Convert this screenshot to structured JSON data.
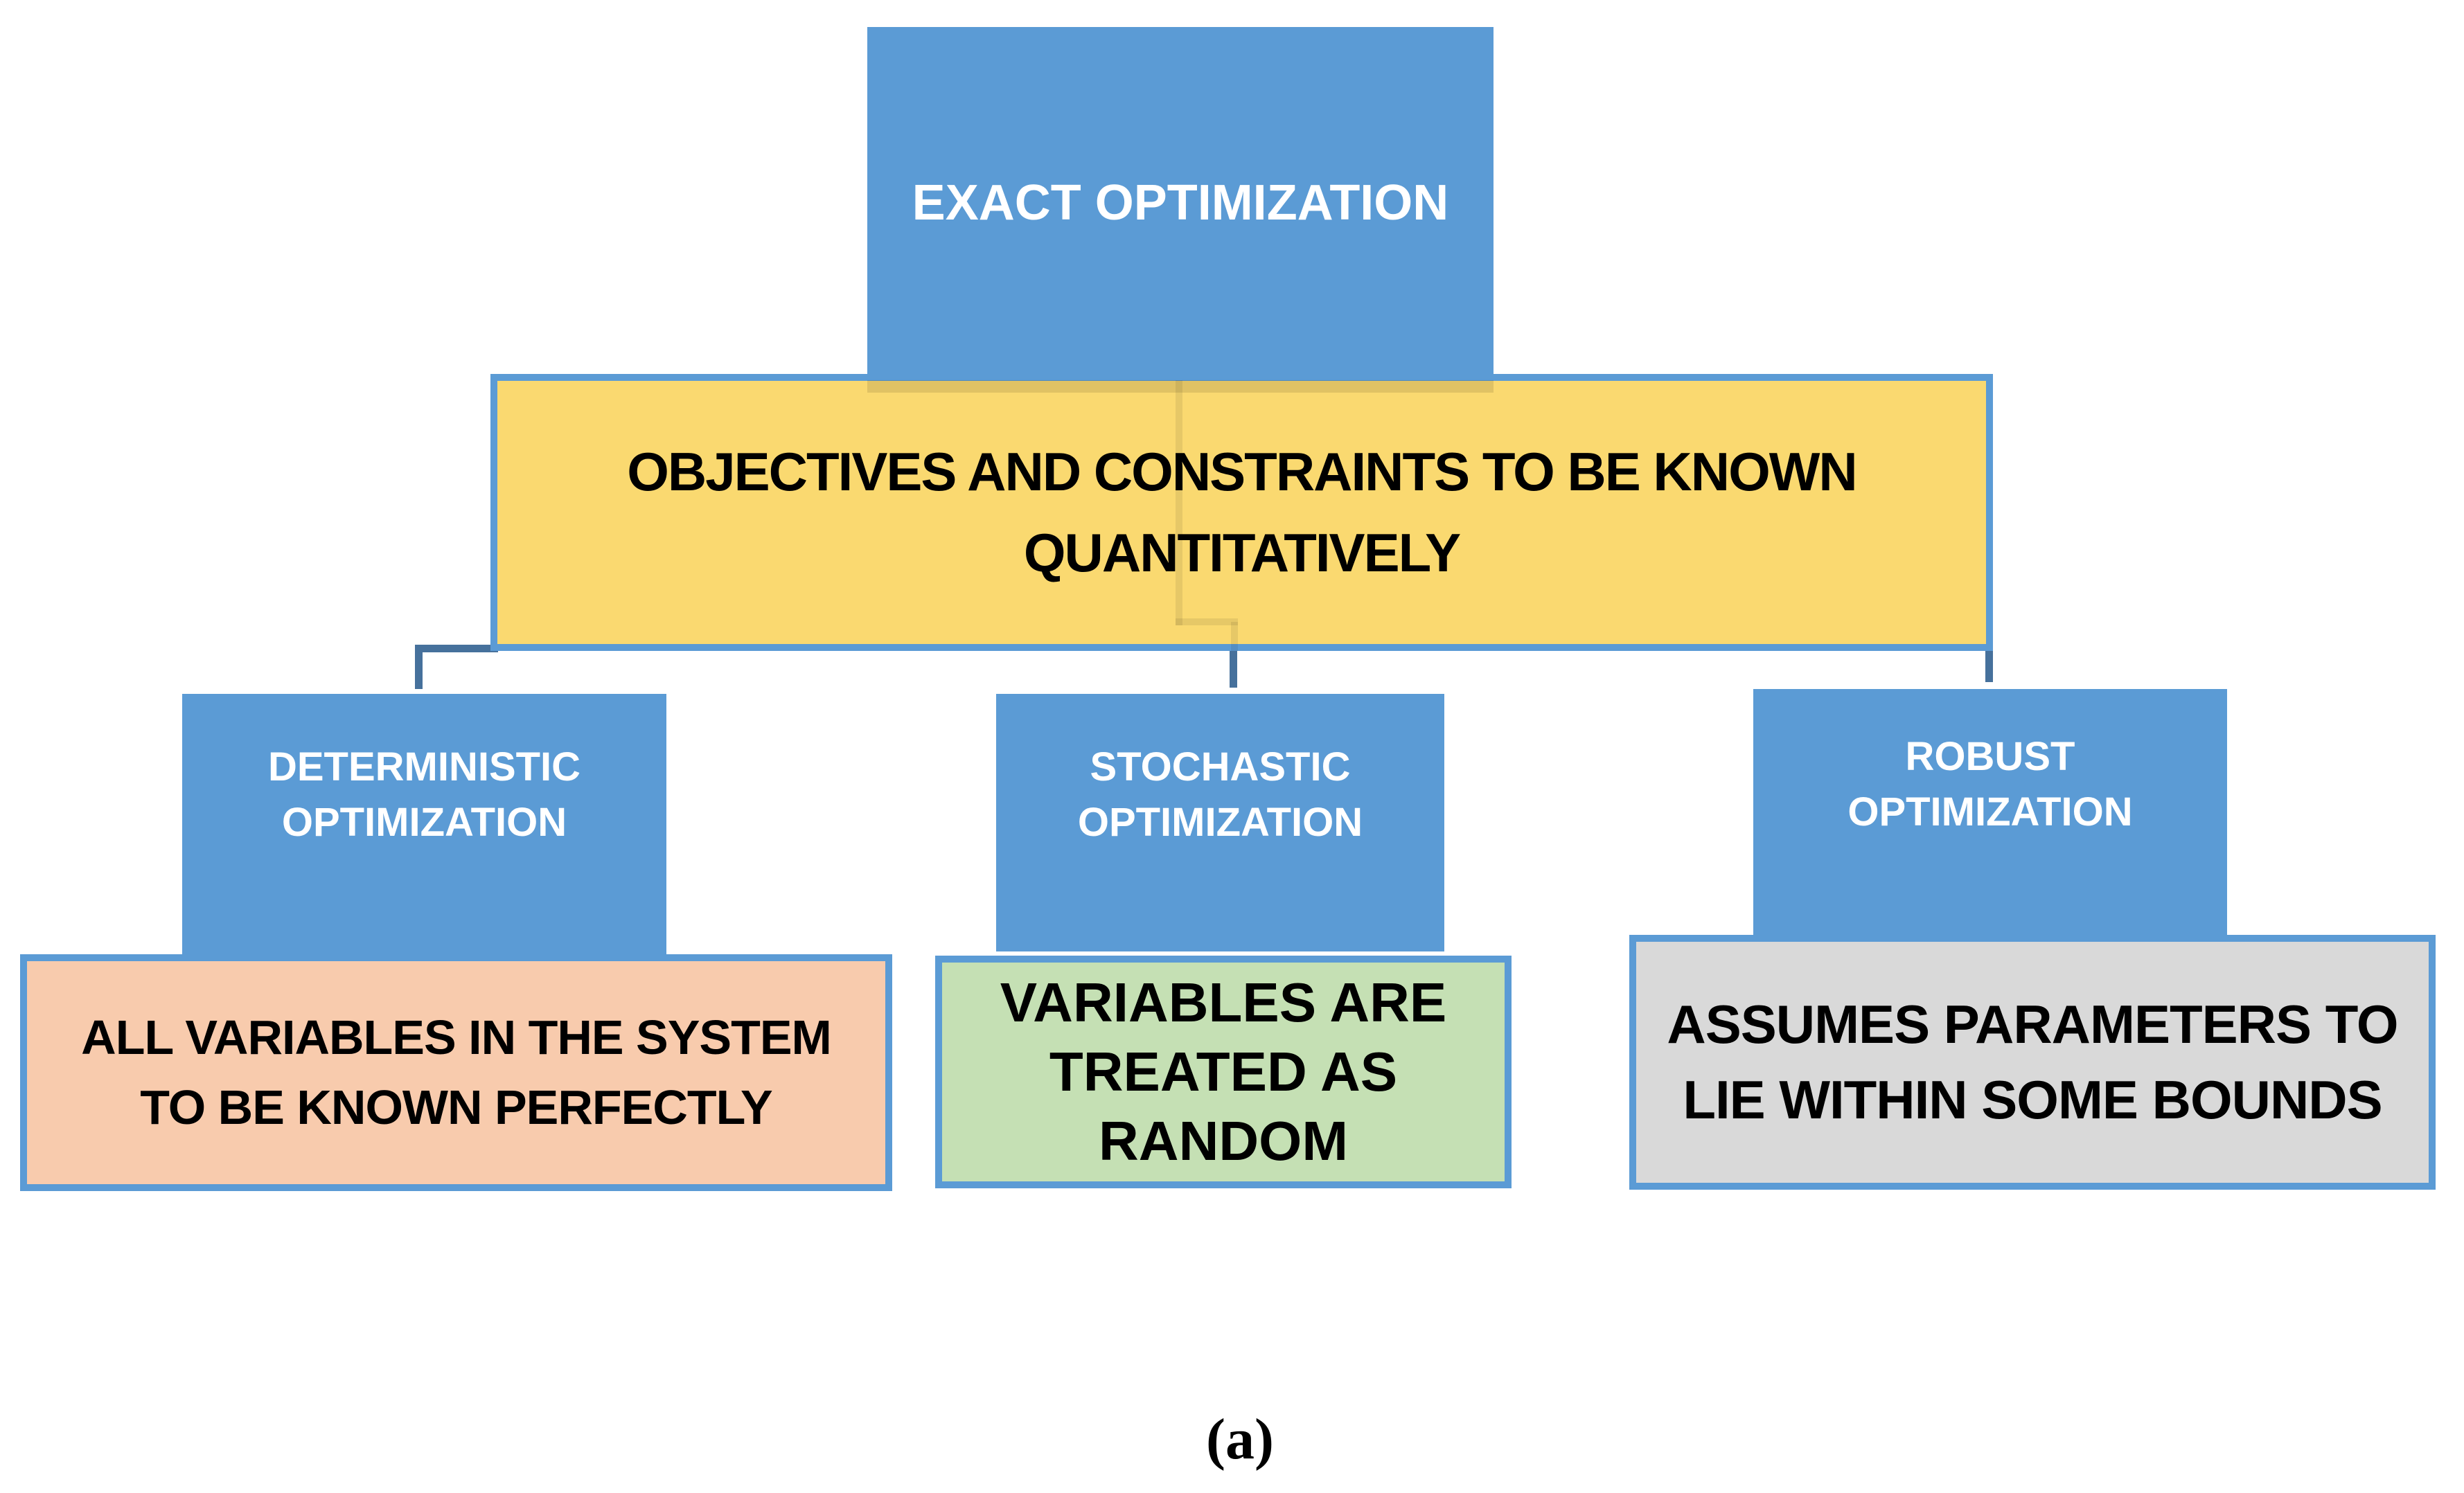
{
  "diagram": {
    "root_node": {
      "label": "EXACT OPTIMIZATION"
    },
    "condition_node": {
      "label": "OBJECTIVES AND CONSTRAINTS TO BE KNOWN\nQUANTITATIVELY"
    },
    "branch_nodes": [
      {
        "label": "DETERMINISTIC\nOPTIMIZATION"
      },
      {
        "label": "STOCHASTIC\nOPTIMIZATION"
      },
      {
        "label": "ROBUST\nOPTIMIZATION"
      }
    ],
    "leaf_nodes": [
      {
        "label": "ALL VARIABLES IN THE SYSTEM\nTO BE KNOWN PERFECTLY",
        "fill": "#F8CBAD"
      },
      {
        "label": "VARIABLES ARE\nTREATED AS\nRANDOM",
        "fill": "#C5E0B4"
      },
      {
        "label": "ASSUMES PARAMETERS TO\nLIE WITHIN SOME BOUNDS",
        "fill": "#D9D9D9"
      }
    ],
    "caption": "(a)",
    "colors": {
      "node_blue": "#5B9BD5",
      "condition_fill": "#FAD970",
      "border_blue": "#5B9BD5",
      "connector_blue": "#46719C",
      "node_text_light": "#FFFFFF",
      "node_text_dark": "#000000"
    }
  }
}
